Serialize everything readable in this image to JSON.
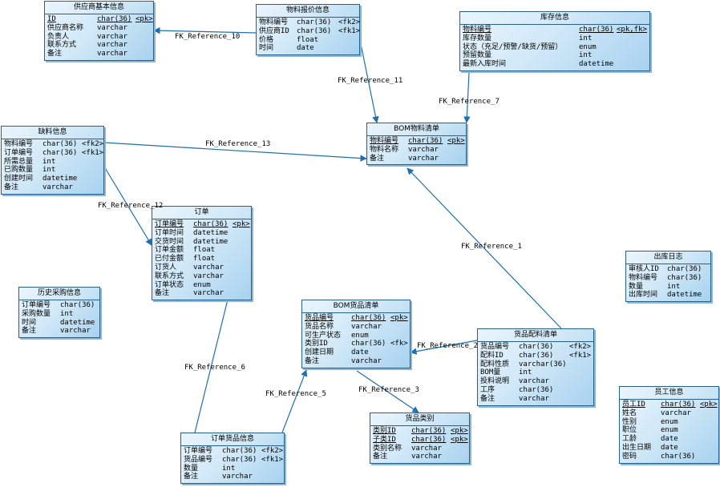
{
  "entities": [
    {
      "id": "supplier",
      "title": "供应商基本信息",
      "fields": [
        {
          "name": "ID",
          "type": "char(36)",
          "key": "<pk>",
          "pk": true
        },
        {
          "name": "供应商名称",
          "type": "varchar",
          "key": ""
        },
        {
          "name": "负责人",
          "type": "varchar",
          "key": ""
        },
        {
          "name": "联系方式",
          "type": "varchar",
          "key": ""
        },
        {
          "name": "备注",
          "type": "varchar",
          "key": ""
        }
      ]
    },
    {
      "id": "quote",
      "title": "物料报价信息",
      "fields": [
        {
          "name": "物料编号",
          "type": "char(36)",
          "key": "<fk2>"
        },
        {
          "name": "供应商ID",
          "type": "char(36)",
          "key": "<fk1>"
        },
        {
          "name": "价格",
          "type": "float",
          "key": ""
        },
        {
          "name": "时间",
          "type": "date",
          "key": ""
        }
      ]
    },
    {
      "id": "inventory",
      "title": "库存信息",
      "fields": [
        {
          "name": "物料编号",
          "type": "char(36)",
          "key": "<pk,fk>",
          "pk": true
        },
        {
          "name": "库存数量",
          "type": "int",
          "key": ""
        },
        {
          "name": "状态（充足/预警/缺货/预留）",
          "type": "enum",
          "key": ""
        },
        {
          "name": "预留数量",
          "type": "int",
          "key": ""
        },
        {
          "name": "最新入库时间",
          "type": "datetime",
          "key": ""
        }
      ]
    },
    {
      "id": "shortage",
      "title": "缺料信息",
      "fields": [
        {
          "name": "物料编号",
          "type": "char(36)",
          "key": "<fk2>"
        },
        {
          "name": "订单编号",
          "type": "char(36)",
          "key": "<fk1>"
        },
        {
          "name": "所需总量",
          "type": "int",
          "key": ""
        },
        {
          "name": "已购数量",
          "type": "int",
          "key": ""
        },
        {
          "name": "创建时间",
          "type": "datetime",
          "key": ""
        },
        {
          "name": "备注",
          "type": "varchar",
          "key": ""
        }
      ]
    },
    {
      "id": "bom_material",
      "title": "BOM物料清单",
      "fields": [
        {
          "name": "物料编号",
          "type": "char(36)",
          "key": "<pk>",
          "pk": true
        },
        {
          "name": "物料名称",
          "type": "varchar",
          "key": ""
        },
        {
          "name": "备注",
          "type": "varchar",
          "key": ""
        }
      ]
    },
    {
      "id": "order",
      "title": "订单",
      "fields": [
        {
          "name": "订单编号",
          "type": "char(36)",
          "key": "<pk>",
          "pk": true
        },
        {
          "name": "订单时间",
          "type": "datetime",
          "key": ""
        },
        {
          "name": "交货时间",
          "type": "datetime",
          "key": ""
        },
        {
          "name": "订单金额",
          "type": "float",
          "key": ""
        },
        {
          "name": "已付金额",
          "type": "float",
          "key": ""
        },
        {
          "name": "订货人",
          "type": "varchar",
          "key": ""
        },
        {
          "name": "联系方式",
          "type": "varchar",
          "key": ""
        },
        {
          "name": "订单状态",
          "type": "enum",
          "key": ""
        },
        {
          "name": "备注",
          "type": "varchar",
          "key": ""
        }
      ]
    },
    {
      "id": "history",
      "title": "历史采购信息",
      "fields": [
        {
          "name": "订单编号",
          "type": "char(36)",
          "key": ""
        },
        {
          "name": "采购数量",
          "type": "int",
          "key": ""
        },
        {
          "name": "时间",
          "type": "datetime",
          "key": ""
        },
        {
          "name": "备注",
          "type": "varchar",
          "key": ""
        }
      ]
    },
    {
      "id": "bom_goods",
      "title": "BOM货品清单",
      "fields": [
        {
          "name": "货品编号",
          "type": "char(36)",
          "key": "<pk>",
          "pk": true
        },
        {
          "name": "货品名称",
          "type": "varchar",
          "key": ""
        },
        {
          "name": "可生产状态",
          "type": "enum",
          "key": ""
        },
        {
          "name": "类别ID",
          "type": "char(36)",
          "key": "<fk>"
        },
        {
          "name": "创建日期",
          "type": "date",
          "key": ""
        },
        {
          "name": "备注",
          "type": "varchar",
          "key": ""
        }
      ]
    },
    {
      "id": "goods_config",
      "title": "货品配料清单",
      "fields": [
        {
          "name": "货品编号",
          "type": "char(36)",
          "key": "<fk2>"
        },
        {
          "name": "配料ID",
          "type": "char(36)",
          "key": "<fk1>"
        },
        {
          "name": "配料性质",
          "type": "varchar(36)",
          "key": ""
        },
        {
          "name": "BOM量",
          "type": "int",
          "key": ""
        },
        {
          "name": "投料说明",
          "type": "varchar",
          "key": ""
        },
        {
          "name": "工序",
          "type": "char(36)",
          "key": ""
        },
        {
          "name": "备注",
          "type": "varchar",
          "key": ""
        }
      ]
    },
    {
      "id": "outbound",
      "title": "出库日志",
      "fields": [
        {
          "name": "审核人ID",
          "type": "char(36)",
          "key": ""
        },
        {
          "name": "物料编号",
          "type": "char(36)",
          "key": ""
        },
        {
          "name": "数量",
          "type": "int",
          "key": ""
        },
        {
          "name": "出库时间",
          "type": "datetime",
          "key": ""
        }
      ]
    },
    {
      "id": "employee",
      "title": "员工信息",
      "fields": [
        {
          "name": "员工ID",
          "type": "char(36)",
          "key": "<pk>",
          "pk": true
        },
        {
          "name": "姓名",
          "type": "varchar",
          "key": ""
        },
        {
          "name": "性别",
          "type": "enum",
          "key": ""
        },
        {
          "name": "职位",
          "type": "enum",
          "key": ""
        },
        {
          "name": "工龄",
          "type": "date",
          "key": ""
        },
        {
          "name": "出生日期",
          "type": "date",
          "key": ""
        },
        {
          "name": "密码",
          "type": "char(36)",
          "key": ""
        }
      ]
    },
    {
      "id": "order_goods",
      "title": "订单货品信息",
      "fields": [
        {
          "name": "订单编号",
          "type": "char(36)",
          "key": "<fk2>"
        },
        {
          "name": "货品编号",
          "type": "char(36)",
          "key": "<fk1>"
        },
        {
          "name": "数量",
          "type": "int",
          "key": ""
        },
        {
          "name": "备注",
          "type": "varchar",
          "key": ""
        }
      ]
    },
    {
      "id": "goods_category",
      "title": "货品类别",
      "fields": [
        {
          "name": "类别ID",
          "type": "char(36)",
          "key": "<pk>",
          "pk": true
        },
        {
          "name": "子类ID",
          "type": "char(36)",
          "key": "<pk>",
          "pk": true
        },
        {
          "name": "类别名称",
          "type": "varchar",
          "key": ""
        },
        {
          "name": "备注",
          "type": "varchar",
          "key": ""
        }
      ]
    }
  ],
  "references": [
    {
      "label": "FK_Reference_10",
      "from": "quote",
      "to": "supplier"
    },
    {
      "label": "FK_Reference_11",
      "from": "quote",
      "to": "bom_material"
    },
    {
      "label": "FK_Reference_7",
      "from": "inventory",
      "to": "bom_material"
    },
    {
      "label": "FK_Reference_13",
      "from": "shortage",
      "to": "bom_material"
    },
    {
      "label": "FK_Reference_12",
      "from": "shortage",
      "to": "order"
    },
    {
      "label": "FK_Reference_1",
      "from": "goods_config",
      "to": "bom_material"
    },
    {
      "label": "FK_Reference_2",
      "from": "goods_config",
      "to": "bom_goods"
    },
    {
      "label": "FK_Reference_3",
      "from": "bom_goods",
      "to": "goods_category"
    },
    {
      "label": "FK_Reference_5",
      "from": "order_goods",
      "to": "bom_goods"
    },
    {
      "label": "FK_Reference_6",
      "from": "order_goods",
      "to": "order"
    }
  ]
}
